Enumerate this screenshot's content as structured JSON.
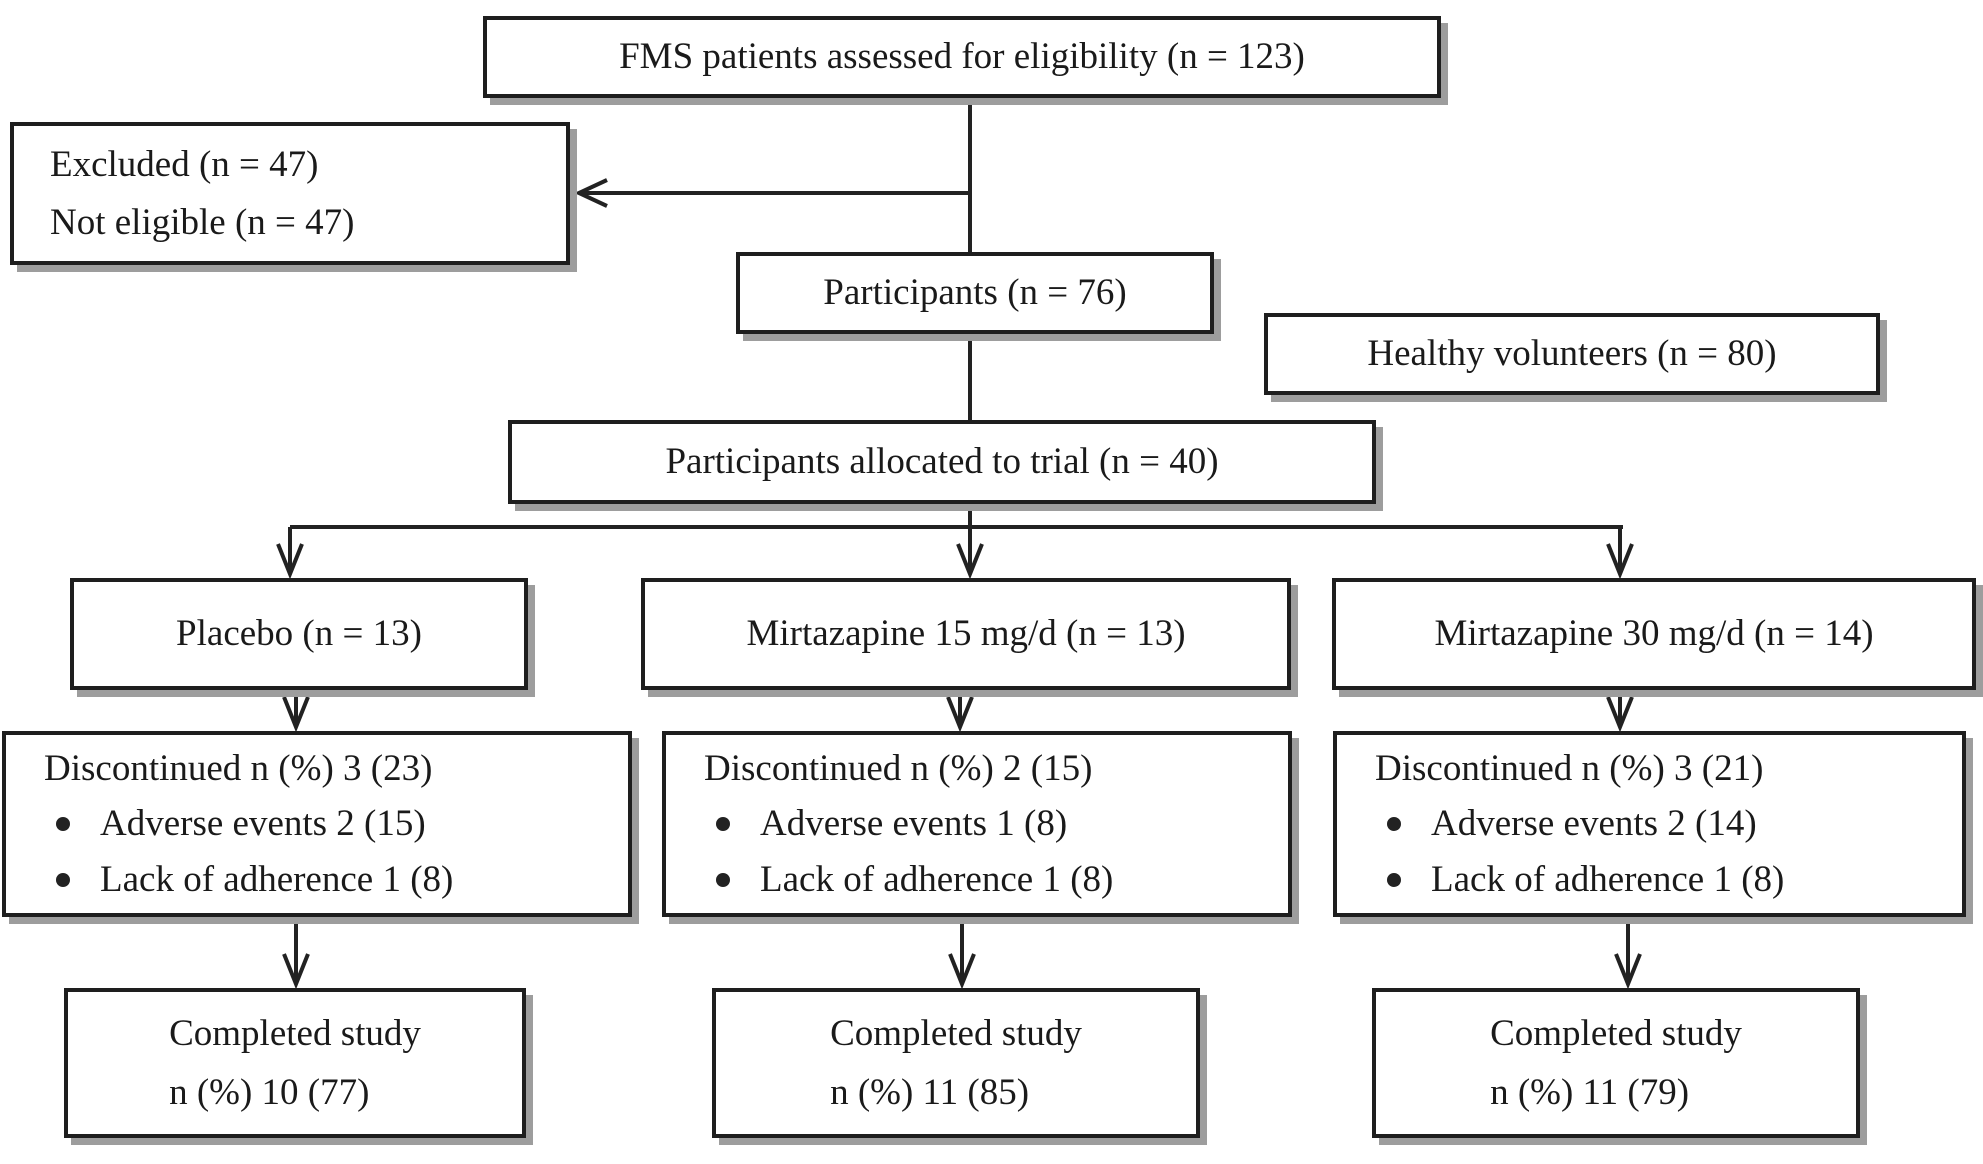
{
  "colors": {
    "background": "#ffffff",
    "box_border": "#1e1e1e",
    "box_shadow": "#9d9d9d",
    "text": "#1a1a1a",
    "connector": "#222222"
  },
  "flow": {
    "eligibility": "FMS patients assessed for eligibility (n = 123)",
    "excluded_line1": "Excluded (n = 47)",
    "excluded_line2": "Not eligible (n = 47)",
    "participants": "Participants (n = 76)",
    "healthy_volunteers": "Healthy volunteers (n = 80)",
    "allocated": "Participants allocated to trial (n = 40)",
    "arms": [
      {
        "allocation": "Placebo (n = 13)",
        "discontinued_title": "Discontinued n (%) 3 (23)",
        "discontinued_bullets": [
          "Adverse events 2 (15)",
          "Lack of adherence 1 (8)"
        ],
        "completed_line1": "Completed study",
        "completed_line2": "n (%) 10 (77)"
      },
      {
        "allocation": "Mirtazapine 15 mg/d (n = 13)",
        "discontinued_title": "Discontinued n (%) 2 (15)",
        "discontinued_bullets": [
          "Adverse events 1 (8)",
          "Lack of adherence 1 (8)"
        ],
        "completed_line1": "Completed study",
        "completed_line2": "n (%) 11 (85)"
      },
      {
        "allocation": "Mirtazapine 30 mg/d (n = 14)",
        "discontinued_title": "Discontinued n (%) 3 (21)",
        "discontinued_bullets": [
          "Adverse events 2 (14)",
          "Lack of adherence 1 (8)"
        ],
        "completed_line1": "Completed study",
        "completed_line2": "n (%) 11 (79)"
      }
    ]
  }
}
